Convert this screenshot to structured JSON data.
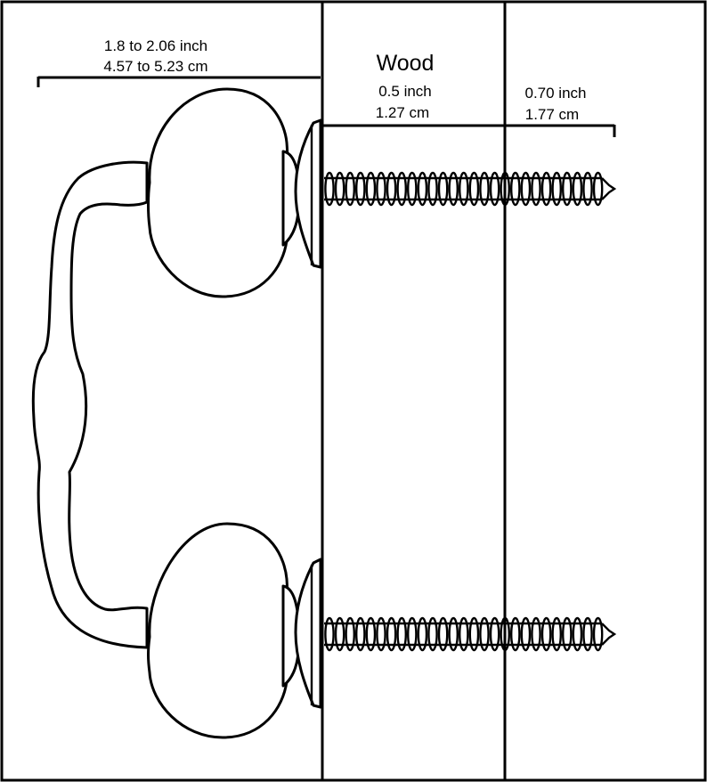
{
  "labels": {
    "overall_inch": "1.8 to 2.06 inch",
    "overall_cm": "4.57 to 5.23 cm",
    "wood_title": "Wood",
    "wood_inch": "0.5 inch",
    "wood_cm": "1.27 cm",
    "extra_inch": "0.70 inch",
    "extra_cm": "1.77 cm"
  },
  "icons": {
    "handle": "drawer-pull-handle-icon",
    "knob": "knob-icon",
    "screw": "screw-icon"
  },
  "colors": {
    "line": "#000000",
    "background": "#ffffff"
  }
}
